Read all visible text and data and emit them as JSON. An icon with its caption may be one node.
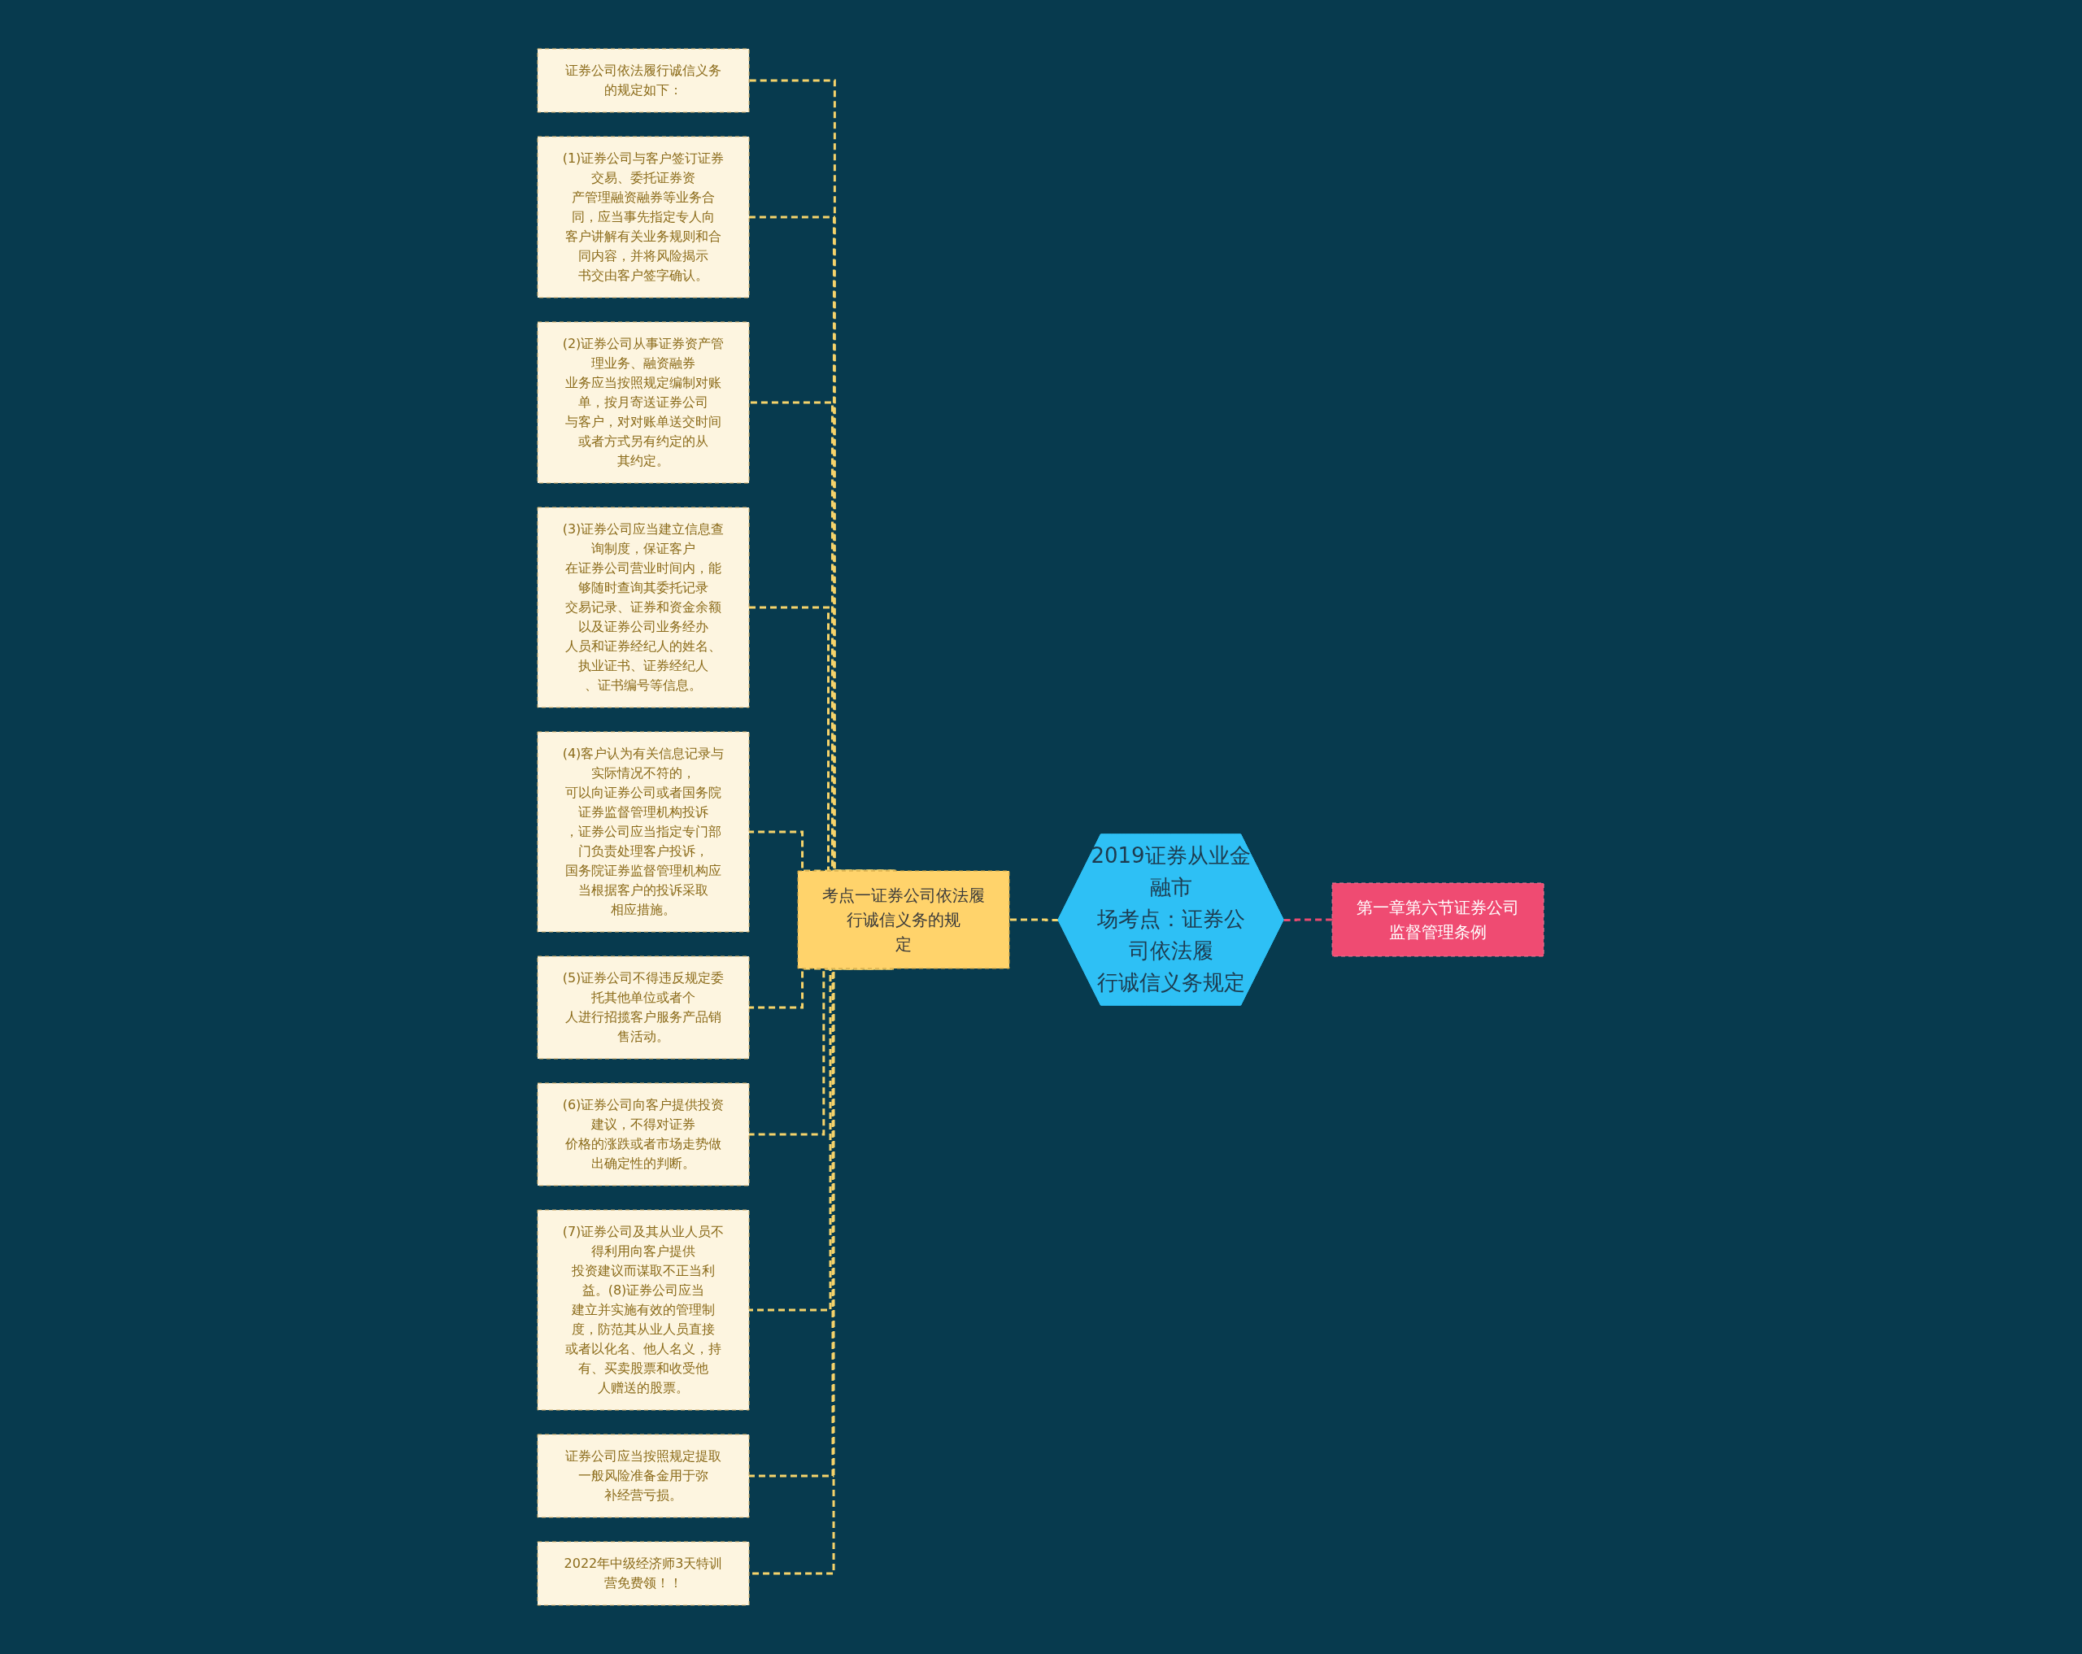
{
  "diagram": {
    "nodes": [
      {
        "text": [
          "2019证券从业金融市场考点：证券公司依法履行诚信义务规定"
        ]
      },
      {
        "text": [
          "考点一证券公司依法履行诚信义务的规定"
        ]
      },
      {
        "text": [
          "证券公司依法履行诚信义务的规定如下："
        ]
      },
      {
        "text": [
          "(1)证券公司与客户签订证券交易、委托证券资产管理融资融券等业务合同，应当事先指定专人向客户讲解有关业务规则和合同内容，并将风险揭示书交由客户签字确认。"
        ]
      },
      {
        "text": [
          "(2)证券公司从事证券资产管理业务、融资融券业务应当按照规定编制对账单，按月寄送证券公司与客户，对对账单送交时间或者方式另有约定的从其约定。"
        ]
      },
      {
        "text": [
          "(3)证券公司应当建立信息查询制度，保证客户在证券公司营业时间内，能够随时查询其委托记录交易记录、证券和资金余额以及证券公司业务经办人员和证券经纪人的姓名、执业证书、证券经纪人、证书编号等信息。"
        ]
      },
      {
        "text": [
          "(4)客户认为有关信息记录与实际情况不符的，可以向证券公司或者国务院证券监督管理机构投诉，证券公司应当指定专门部门负责处理客户投诉，国务院证券监督管理机构应当根据客户的投诉采取相应措施。"
        ]
      },
      {
        "text": [
          "(5)证券公司不得违反规定委托其他单位或者个人进行招揽客户服务产品销售活动。"
        ]
      },
      {
        "text": [
          "(6)证券公司向客户提供投资建议，不得对证券价格的涨跌或者市场走势做出确定性的判断。"
        ]
      },
      {
        "text": [
          "(7)证券公司及其从业人员不得利用向客户提供投资建议而谋取不正当利益。(8)证券公司应当建立并实施有效的管理制度，防范其从业人员直接或者以化名、他人名义，持有、买卖股票和收受他人赠送的股票。"
        ]
      },
      {
        "text": [
          "证券公司应当按照规定提取一般风险准备金用于弥补经营亏损。"
        ]
      },
      {
        "text": [
          "2022年中级经济师3天特训营免费领！！"
        ]
      },
      {
        "text": [
          "第一章第六节证券公司监督管理条例"
        ]
      }
    ],
    "edges": [
      {
        "from": 0,
        "to": 1,
        "arrow": "none",
        "style": "dashed"
      },
      {
        "from": 1,
        "to": 2,
        "arrow": "none",
        "style": "dashed"
      },
      {
        "from": 1,
        "to": 3,
        "arrow": "none",
        "style": "dashed"
      },
      {
        "from": 1,
        "to": 4,
        "arrow": "none",
        "style": "dashed"
      },
      {
        "from": 1,
        "to": 5,
        "arrow": "none",
        "style": "dashed"
      },
      {
        "from": 1,
        "to": 6,
        "arrow": "none",
        "style": "dashed"
      },
      {
        "from": 1,
        "to": 7,
        "arrow": "none",
        "style": "dashed"
      },
      {
        "from": 1,
        "to": 8,
        "arrow": "none",
        "style": "dashed"
      },
      {
        "from": 1,
        "to": 9,
        "arrow": "none",
        "style": "dashed"
      },
      {
        "from": 1,
        "to": 10,
        "arrow": "none",
        "style": "dashed"
      },
      {
        "from": 1,
        "to": 11,
        "arrow": "none",
        "style": "dashed"
      },
      {
        "from": 0,
        "to": 12,
        "arrow": "none",
        "style": "dashed",
        "color": "#e94b71"
      }
    ]
  }
}
